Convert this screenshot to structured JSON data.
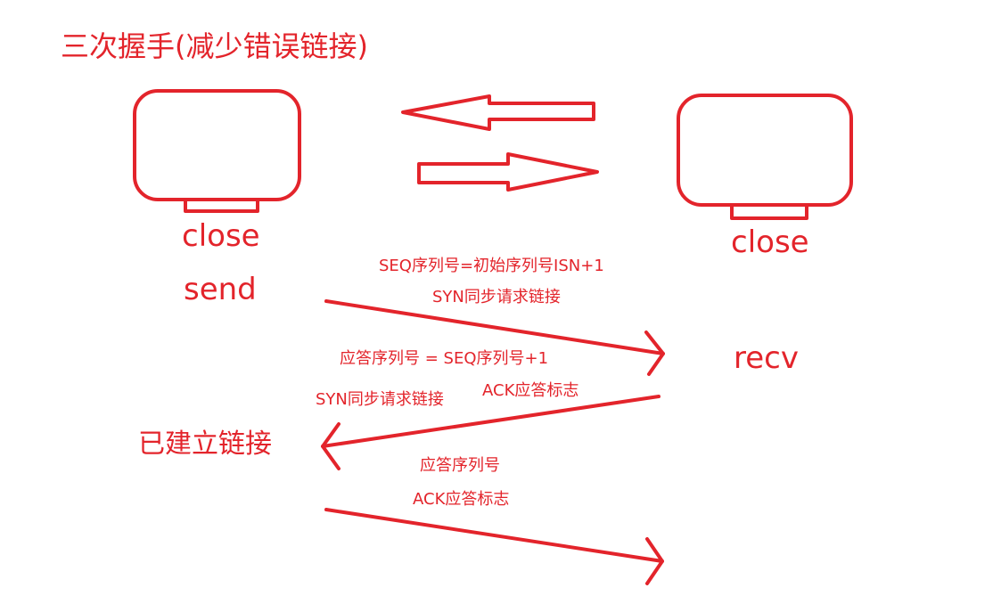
{
  "title": "三次握手(减少错误链接)",
  "left_host": {
    "state_label": "close",
    "action_label": "send"
  },
  "right_host": {
    "state_label": "close",
    "action_label": "recv"
  },
  "step1": {
    "seq_label": "SEQ序列号=初始序列号ISN+1",
    "syn_label": "SYN同步请求链接"
  },
  "step2": {
    "ack_num_label": "应答序列号 = SEQ序列号+1",
    "syn_label": "SYN同步请求链接",
    "ack_flag_label": "ACK应答标志"
  },
  "established_label": "已建立链接",
  "step3": {
    "ack_num_label": "应答序列号",
    "ack_flag_label": "ACK应答标志"
  },
  "colors": {
    "ink": "#e3242b"
  }
}
